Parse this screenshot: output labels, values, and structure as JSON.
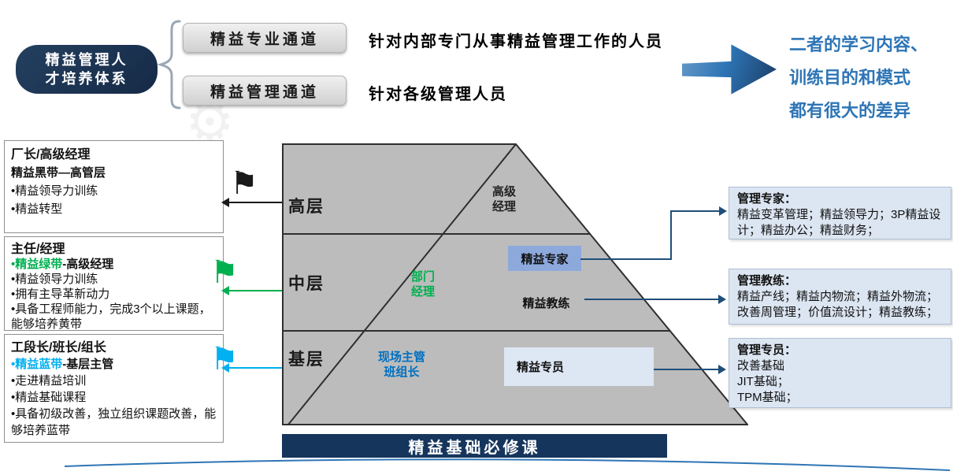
{
  "header": {
    "system_title": "精益管理人\n才培养体系",
    "channel1": {
      "label": "精益专业通道",
      "desc": "针对内部专门从事精益管理工作的人员"
    },
    "channel2": {
      "label": "精益管理通道",
      "desc": "针对各级管理人员"
    },
    "note": "二者的学习内容、\n训练目的和模式\n都有很大的差异"
  },
  "pyramid": {
    "level1": "高层",
    "level2": "中层",
    "level3": "基层",
    "role1": "高级\n经理",
    "role2": "部门\n经理",
    "role3": "现场主管\n班组长",
    "tag1": "精益专家",
    "tag2": "精益教练",
    "tag3": "精益专员",
    "base_bar": "精益基础必修课"
  },
  "left_boxes": {
    "box1": {
      "title": "厂长/高级经理",
      "belt": "精益黑带",
      "belt_rest": "—高管层",
      "bullet1": "•精益领导力训练",
      "bullet2": "•精益转型"
    },
    "box2": {
      "title": "主任/经理",
      "belt": "•精益绿带",
      "belt_rest": "-高级经理",
      "bullet1": "•精益领导力训练",
      "bullet2": "•拥有主导革新动力",
      "bullet3": "•具备工程师能力，完成3个以上课题，能够培养黄带"
    },
    "box3": {
      "title": "工段长/班长/组长",
      "belt": "•精益蓝带",
      "belt_rest": "-基层主管",
      "bullet1": "•走进精益培训",
      "bullet2": "•精益基础课程",
      "bullet3": "•具备初级改善，独立组织课题改善，能够培养蓝带"
    }
  },
  "right_boxes": {
    "box1": {
      "title": "管理专家：",
      "body": "精益变革管理；精益领导力；3P精益设计；精益办公；精益财务；"
    },
    "box2": {
      "title": "管理教练：",
      "body": "精益产线；精益内物流；精益外物流；改善周管理；价值流设计；精益教练；"
    },
    "box3": {
      "title": "管理专员：",
      "body": "改善基础\nJIT基础；\nTPM基础；"
    }
  },
  "icons": {
    "flag_glyph": "⚑",
    "gear_glyph": "⚙"
  },
  "colors": {
    "navy": "#1b3150",
    "blue_accent": "#2e75b6",
    "green": "#00b050",
    "light_blue": "#00b0f0",
    "role_blue": "#0070c0",
    "tag_bg": "#8da9dc",
    "course_box_bg": "#dce6f2",
    "pyramid_gray": "#bcbcbc",
    "connector_navy": "#1f4e79"
  }
}
